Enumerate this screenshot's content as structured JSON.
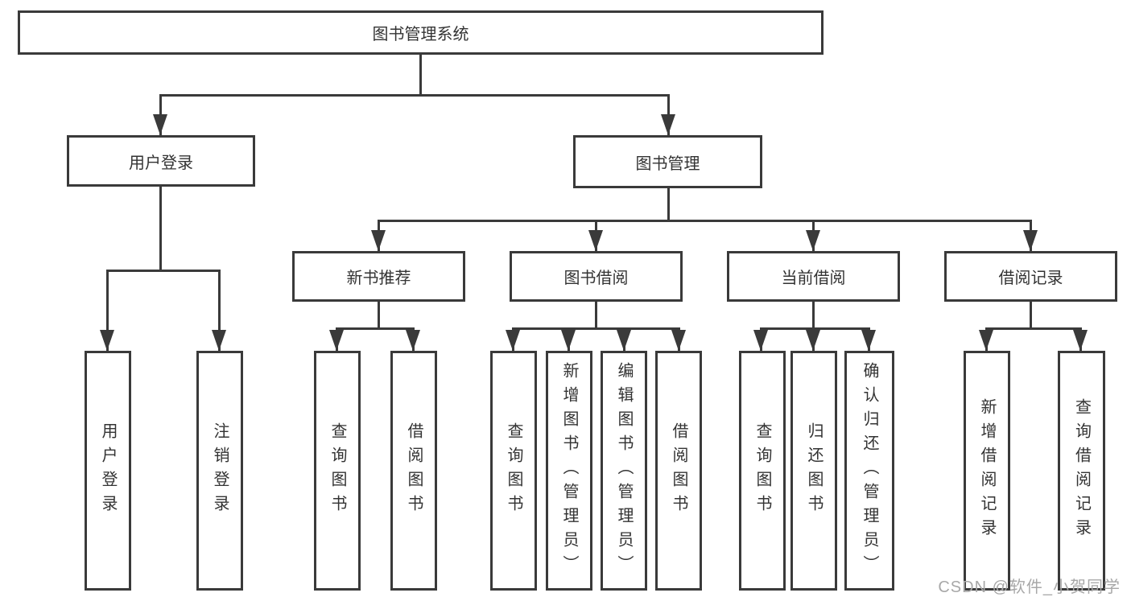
{
  "diagram_title": "图书管理系统",
  "colors": {
    "line": "#3a3a3a",
    "text": "#333333",
    "background": "#ffffff",
    "watermark": "#a8a8a8"
  },
  "tree": {
    "root": {
      "label": "图书管理系统",
      "children": [
        {
          "label": "用户登录",
          "children": [
            {
              "label": "用户登录"
            },
            {
              "label": "注销登录"
            }
          ]
        },
        {
          "label": "图书管理",
          "children": [
            {
              "label": "新书推荐",
              "children": [
                {
                  "label": "查询图书"
                },
                {
                  "label": "借阅图书"
                }
              ]
            },
            {
              "label": "图书借阅",
              "children": [
                {
                  "label": "查询图书"
                },
                {
                  "label": "新增图书（管理员）"
                },
                {
                  "label": "编辑图书（管理员）"
                },
                {
                  "label": "借阅图书"
                }
              ]
            },
            {
              "label": "当前借阅",
              "children": [
                {
                  "label": "查询图书"
                },
                {
                  "label": "归还图书"
                },
                {
                  "label": "确认归还（管理员）"
                }
              ]
            },
            {
              "label": "借阅记录",
              "children": [
                {
                  "label": "新增借阅记录"
                },
                {
                  "label": "查询借阅记录"
                }
              ]
            }
          ]
        }
      ]
    }
  },
  "watermark": {
    "text": "CSDN @软件_小贺同学"
  }
}
